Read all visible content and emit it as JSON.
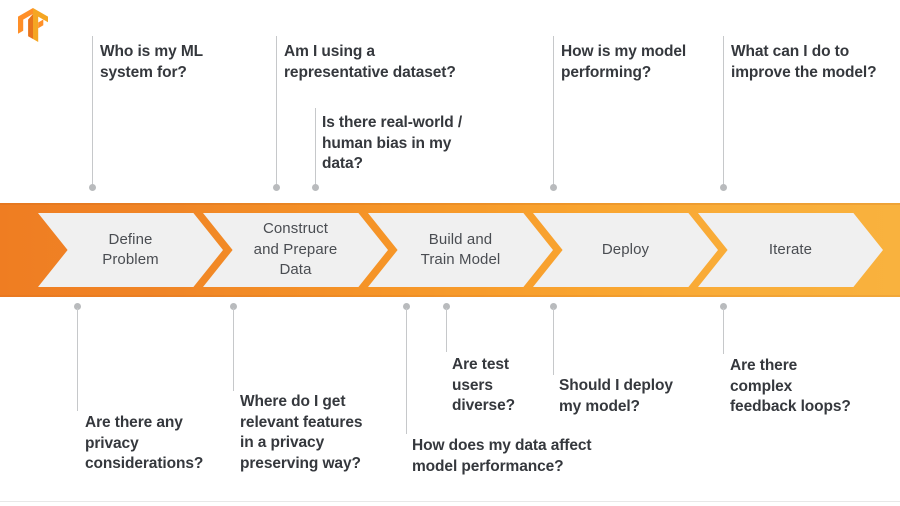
{
  "brand": {
    "logo_name": "tensorflow-logo",
    "logo_colors": [
      "#ff8f28",
      "#f5a623",
      "#e8741c"
    ]
  },
  "colors": {
    "band_start": "#ef7d22",
    "band_end": "#f9b23e",
    "chevron_fill": "#f0f0f0",
    "chevron_text": "#4a4d52",
    "callout_text": "#35383d",
    "leader_line": "#c6c8ca",
    "leader_dot": "#b9bbbd"
  },
  "band": {
    "stages": [
      {
        "id": "define-problem",
        "label": "Define\nProblem"
      },
      {
        "id": "construct-prepare",
        "label": "Construct\nand Prepare\nData"
      },
      {
        "id": "build-train",
        "label": "Build and\nTrain Model"
      },
      {
        "id": "deploy",
        "label": "Deploy"
      },
      {
        "id": "iterate",
        "label": "Iterate"
      }
    ]
  },
  "callouts_top": [
    {
      "id": "who-is-my-ml-system-for",
      "text": "Who is my ML\nsystem for?"
    },
    {
      "id": "representative-dataset",
      "text": "Am I using a\nrepresentative dataset?"
    },
    {
      "id": "real-world-human-bias",
      "text": "Is there real-world /\nhuman bias in my\ndata?"
    },
    {
      "id": "how-is-my-model-performing",
      "text": "How is my model\nperforming?"
    },
    {
      "id": "improve-the-model",
      "text": "What can I do to\nimprove the model?"
    }
  ],
  "callouts_bottom": [
    {
      "id": "privacy-considerations",
      "text": "Are there any\nprivacy\nconsiderations?"
    },
    {
      "id": "relevant-features-privacy",
      "text": "Where do I get\nrelevant features\nin a privacy\npreserving way?"
    },
    {
      "id": "are-test-users-diverse",
      "text": "Are test\nusers\ndiverse?"
    },
    {
      "id": "data-affect-model-performance",
      "text": "How does my data affect\nmodel performance?"
    },
    {
      "id": "should-i-deploy-my-model",
      "text": "Should I deploy\nmy model?"
    },
    {
      "id": "complex-feedback-loops",
      "text": "Are there\ncomplex\nfeedback loops?"
    }
  ]
}
